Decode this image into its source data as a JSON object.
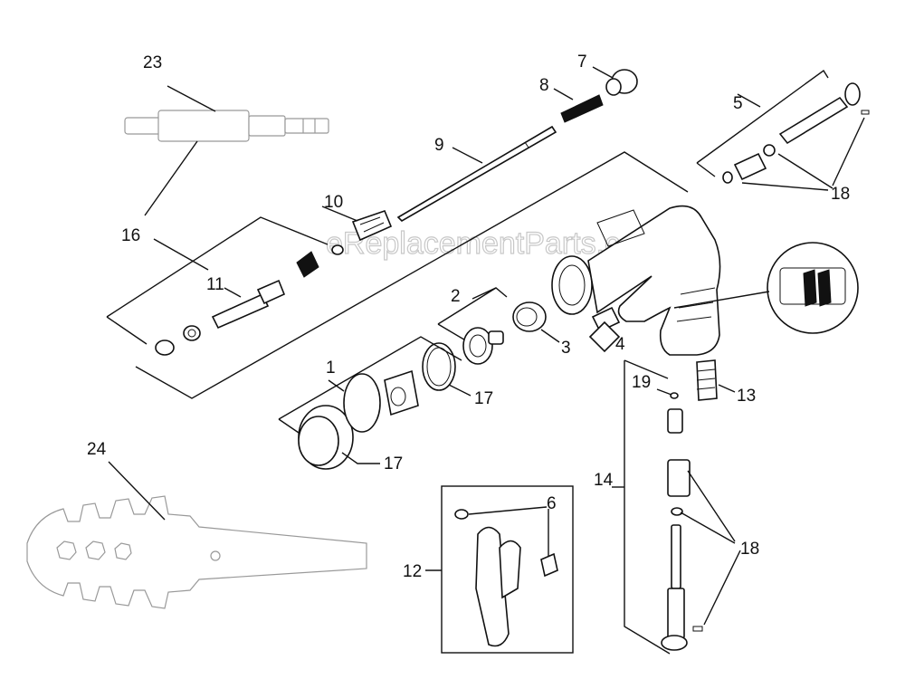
{
  "watermark": "eReplacementParts.com",
  "labels": {
    "p1": "1",
    "p2": "2",
    "p3": "3",
    "p4": "4",
    "p5": "5",
    "p6": "6",
    "p7": "7",
    "p8": "8",
    "p9": "9",
    "p10": "10",
    "p11": "11",
    "p12": "12",
    "p13": "13",
    "p14": "14",
    "p16": "16",
    "p17a": "17",
    "p17b": "17",
    "p18a": "18",
    "p18b": "18",
    "p19": "19",
    "p23": "23",
    "p24": "24"
  }
}
